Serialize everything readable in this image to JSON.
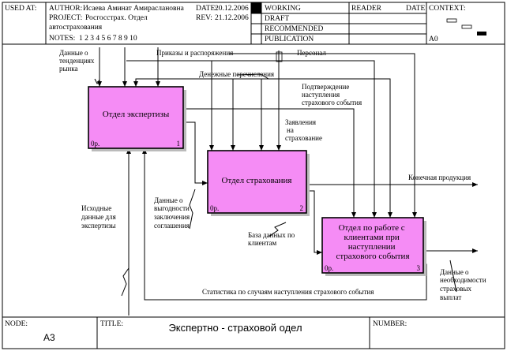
{
  "header": {
    "used_at_label": "USED AT:",
    "author_label": "AUTHOR:",
    "author": "Исаева Аминат Амирaслановна",
    "project_label": "PROJECT:",
    "project_line1": "Росгосстрах. Отдел",
    "project_line2": "автострахования",
    "notes_label": "NOTES:",
    "notes": "1 2 3 4 5 6 7 8 9 10",
    "date_label": "DATE:",
    "date": "20.12.2006",
    "rev_label": "REV:",
    "rev": "21.12.2006",
    "statuses": [
      "WORKING",
      "DRAFT",
      "RECOMMENDED",
      "PUBLICATION"
    ],
    "active_status": "WORKING",
    "reader_label": "READER",
    "reader_date_label": "DATE",
    "context_label": "CONTEXT:",
    "context_node": "A0"
  },
  "boxes": [
    {
      "label_lines": [
        "Отдел экспертизы"
      ],
      "cost": "0р.",
      "number": "1"
    },
    {
      "label_lines": [
        "Отдел страхования"
      ],
      "cost": "0р.",
      "number": "2"
    },
    {
      "label_lines": [
        "Отдел по  работе с",
        "клиентами при",
        "наступлении",
        "страхового события"
      ],
      "cost": "0р.",
      "number": "3"
    }
  ],
  "arrows": {
    "market_data": [
      "Данные о",
      "тенденциях",
      "рынка"
    ],
    "orders": "Приказы и распоряжения",
    "personnel": "Персонал",
    "money": "Денежные перечисления",
    "confirmation": [
      "Подтверждение",
      "наступления",
      "страхового события"
    ],
    "applications": [
      "Заявления",
      "на",
      "страхование"
    ],
    "final_product": "Конечная продукция",
    "benefit_data": [
      "Данные о",
      "выгодности",
      "заключения",
      "соглашения"
    ],
    "client_db": [
      "База данных по",
      "клиентам"
    ],
    "source_data": [
      "Исходные",
      "данные для",
      "экспертизы"
    ],
    "payout_data": [
      "Данные о",
      "необходимости",
      "страховых",
      "выплат"
    ],
    "statistics": "Статистика по случаям наступления страхового события"
  },
  "footer": {
    "node_label": "NODE:",
    "node": "A3",
    "title_label": "TITLE:",
    "title": "Экспертно -  страховой одел",
    "number_label": "NUMBER:"
  }
}
